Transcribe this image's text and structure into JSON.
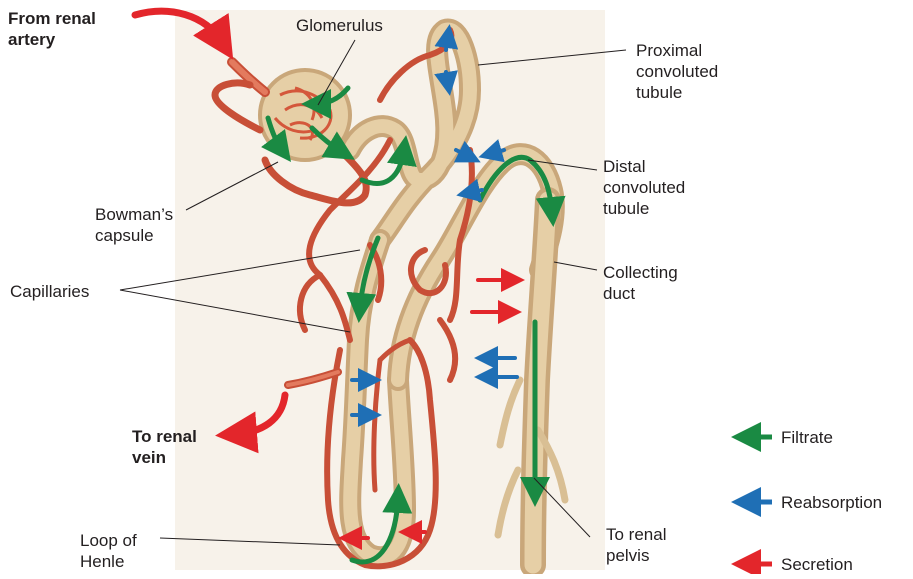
{
  "labels": {
    "from_renal_artery": "From renal\nartery",
    "glomerulus": "Glomerulus",
    "proximal": "Proximal\nconvoluted\ntubule",
    "distal": "Distal\nconvoluted\ntubule",
    "bowmans": "Bowman’s\ncapsule",
    "capillaries": "Capillaries",
    "collecting": "Collecting\nduct",
    "to_renal_vein": "To renal\nvein",
    "loop": "Loop of\nHenle",
    "to_renal_pelvis": "To renal\npelvis"
  },
  "legend": {
    "filtrate": "Filtrate",
    "reabsorption": "Reabsorption",
    "secretion": "Secretion"
  },
  "colors": {
    "filtrate": "#1a8a43",
    "reabsorption": "#1f6fb5",
    "secretion": "#e3262b",
    "tubule": "#d9bf94",
    "vessel": "#e06a4e",
    "background_panel": "#f7f2ea"
  }
}
